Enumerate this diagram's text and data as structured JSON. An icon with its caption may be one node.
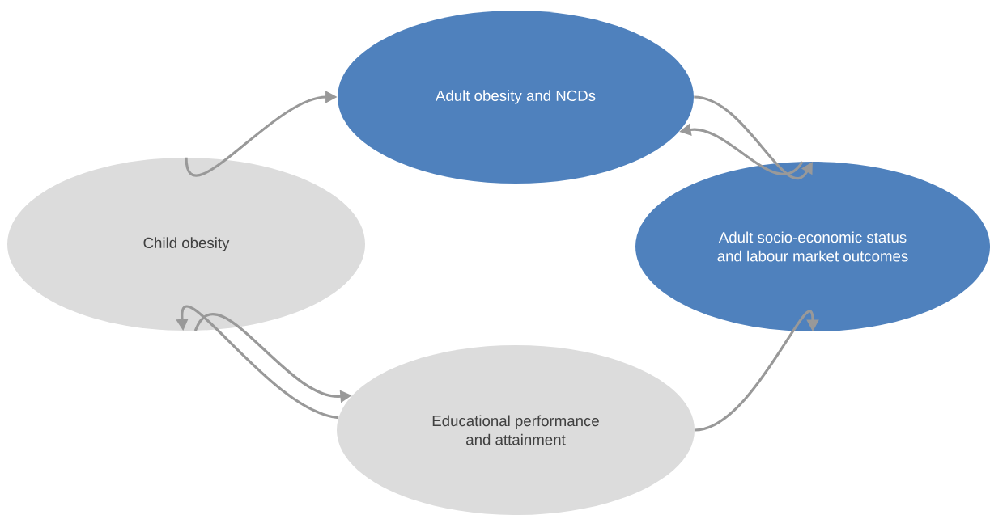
{
  "diagram": {
    "nodes": [
      {
        "text": [
          "Adult obesity and NCDs"
        ]
      },
      {
        "text": [
          "Adult socio-economic status and labour market outcomes"
        ]
      },
      {
        "text": [
          "Child obesity"
        ]
      },
      {
        "text": [
          "Educational performance and attainment"
        ]
      }
    ],
    "edges": [
      {
        "from": 2,
        "to": 0,
        "arrow": "to"
      },
      {
        "from": 0,
        "to": 1,
        "arrow": "to"
      },
      {
        "from": 1,
        "to": 0,
        "arrow": "to"
      },
      {
        "from": 2,
        "to": 3,
        "arrow": "to"
      },
      {
        "from": 3,
        "to": 2,
        "arrow": "to"
      },
      {
        "from": 3,
        "to": 1,
        "arrow": "to"
      }
    ]
  }
}
